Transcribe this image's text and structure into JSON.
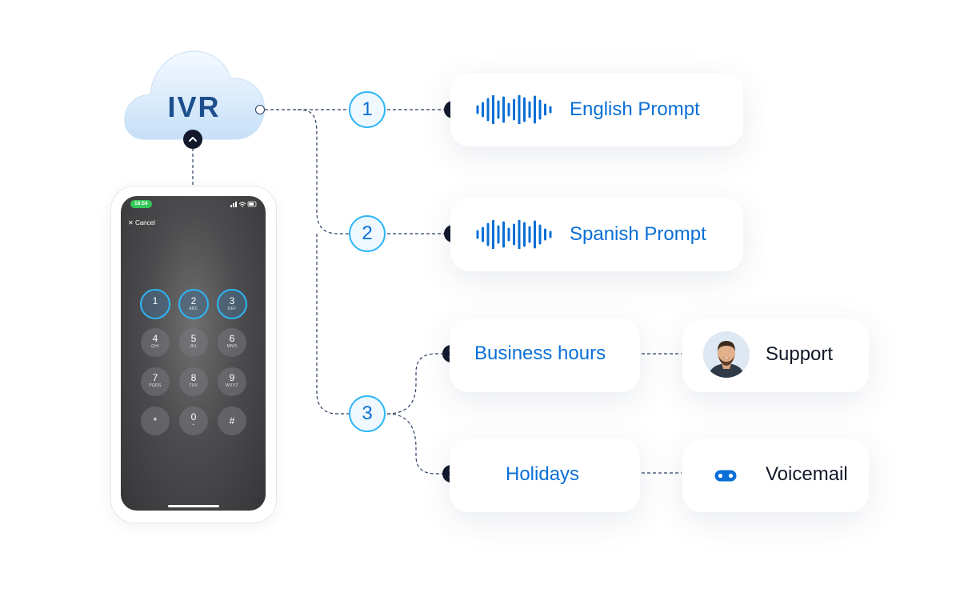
{
  "ivr": {
    "title": "IVR"
  },
  "phone": {
    "time": "18:54",
    "cancel": "Cancel",
    "keys": [
      {
        "digit": "1",
        "letters": "",
        "active": true
      },
      {
        "digit": "2",
        "letters": "ABC",
        "active": true
      },
      {
        "digit": "3",
        "letters": "DEF",
        "active": true
      },
      {
        "digit": "4",
        "letters": "GHI",
        "active": false
      },
      {
        "digit": "5",
        "letters": "JKL",
        "active": false
      },
      {
        "digit": "6",
        "letters": "MNO",
        "active": false
      },
      {
        "digit": "7",
        "letters": "PQRS",
        "active": false
      },
      {
        "digit": "8",
        "letters": "TUV",
        "active": false
      },
      {
        "digit": "9",
        "letters": "WXYZ",
        "active": false
      },
      {
        "digit": "*",
        "letters": "",
        "active": false
      },
      {
        "digit": "0",
        "letters": "+",
        "active": false
      },
      {
        "digit": "#",
        "letters": "",
        "active": false
      }
    ]
  },
  "options": [
    {
      "number": "1",
      "label": "English Prompt",
      "icon": "audio-wave-icon"
    },
    {
      "number": "2",
      "label": "Spanish Prompt",
      "icon": "audio-wave-icon"
    },
    {
      "number": "3"
    }
  ],
  "branches": {
    "business_hours": "Business hours",
    "holidays": "Holidays",
    "support": "Support",
    "voicemail": "Voicemail"
  },
  "colors": {
    "accent": "#0a6fd6",
    "ring": "#2fb6f5",
    "arrow_bg": "#13182b",
    "cloud_top": "#f4f9ff",
    "cloud_bottom": "#c6e0f8"
  }
}
